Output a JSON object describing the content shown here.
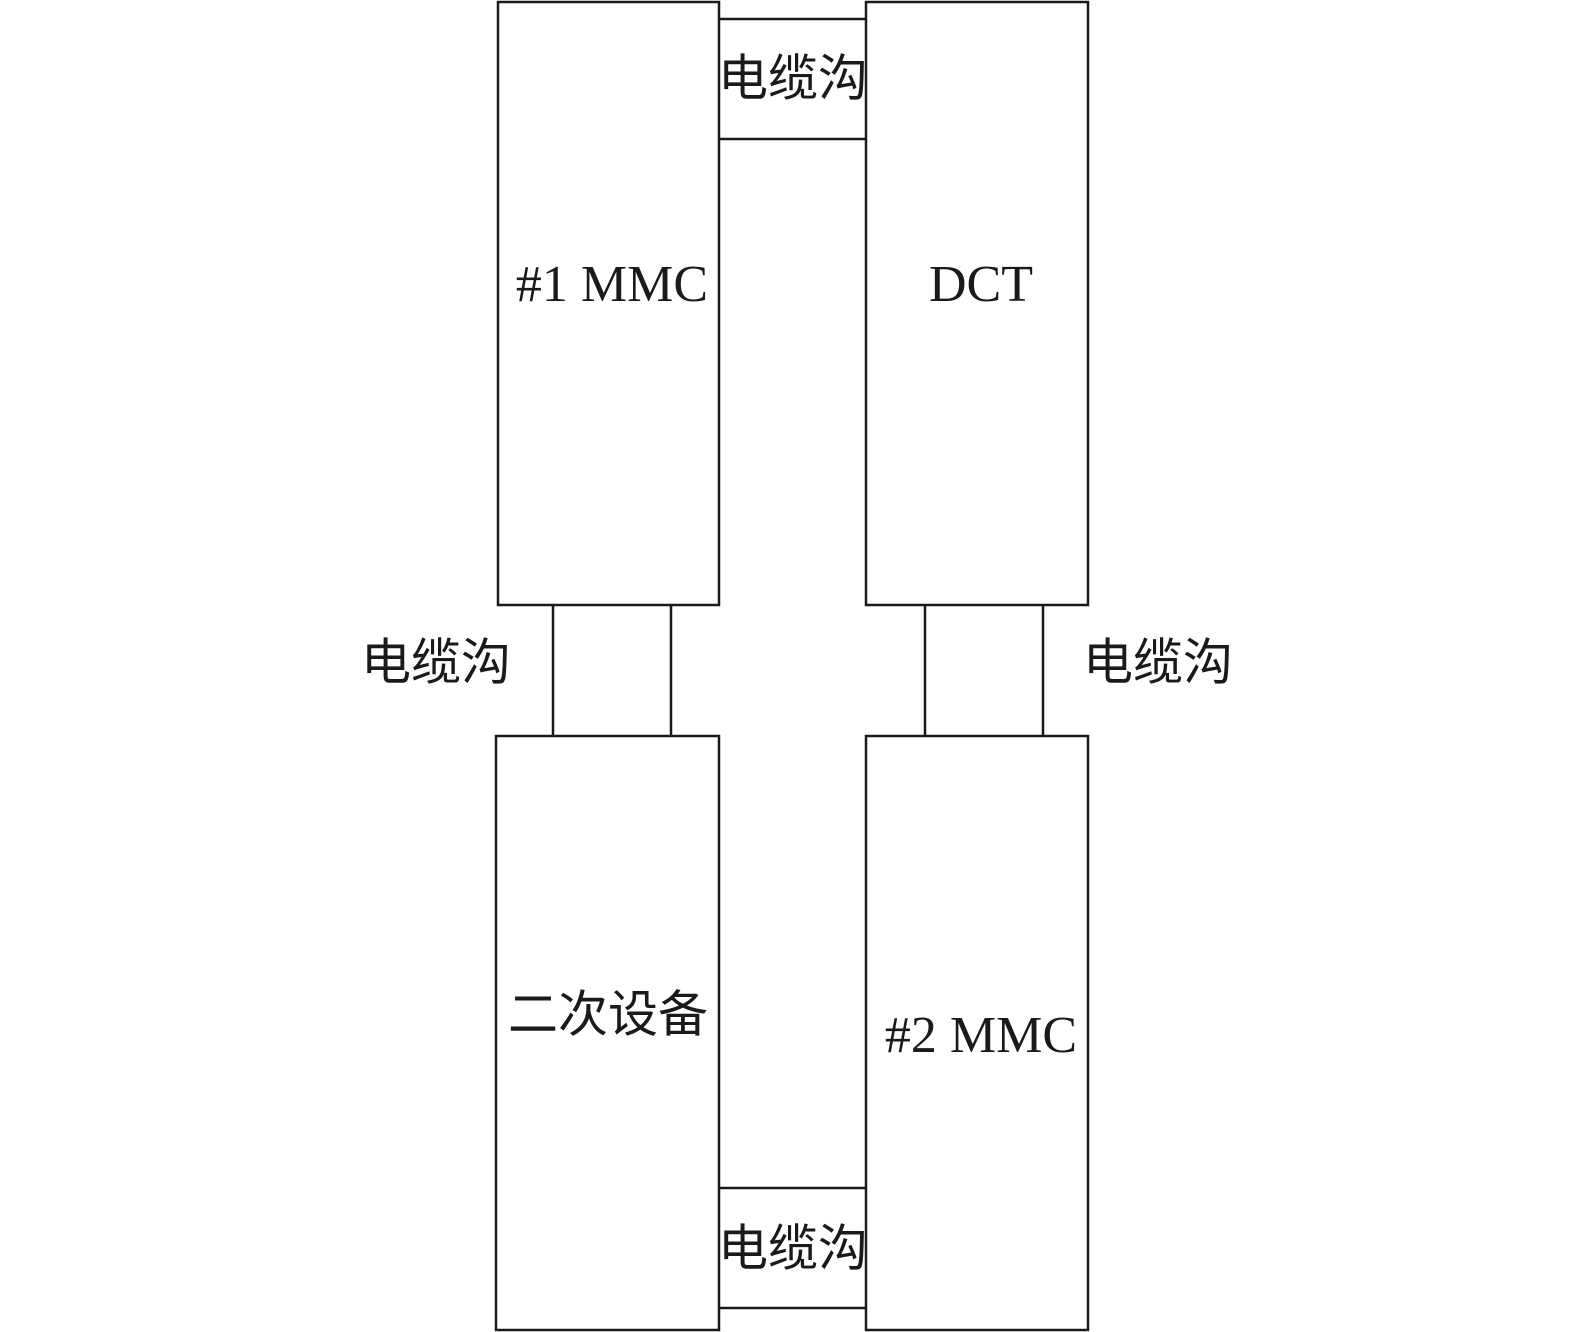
{
  "blocks": {
    "mmc1": "#1 MMC",
    "dct": "DCT",
    "secondary": "二次设备",
    "mmc2": "#2 MMC"
  },
  "cable_trenches": {
    "top": "电缆沟",
    "left": "电缆沟",
    "right": "电缆沟",
    "bottom": "电缆沟"
  },
  "colors": {
    "stroke": "#1a1a1a",
    "background": "#ffffff"
  }
}
